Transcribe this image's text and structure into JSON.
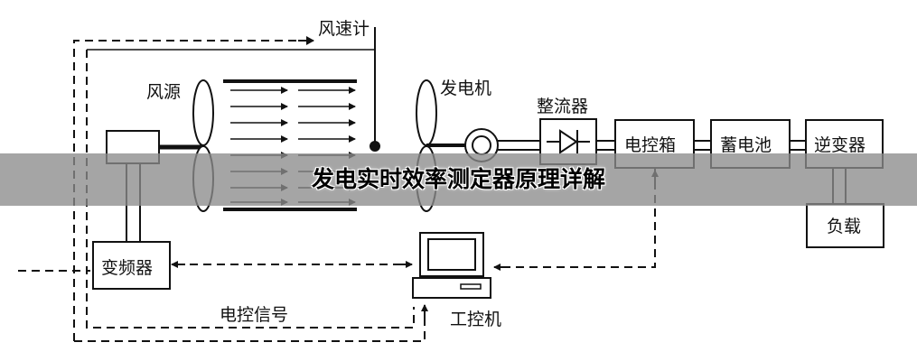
{
  "diagram": {
    "labels": {
      "anemometer": "风速计",
      "wind_source": "风源",
      "generator": "发电机",
      "rectifier": "整流器",
      "control_box": "电控箱",
      "battery": "蓄电池",
      "inverter": "逆变器",
      "load": "负载",
      "vfd": "变频器",
      "control_signal": "电控信号",
      "ipc": "工控机"
    }
  },
  "banner": {
    "title": "发电实时效率测定器原理详解"
  }
}
